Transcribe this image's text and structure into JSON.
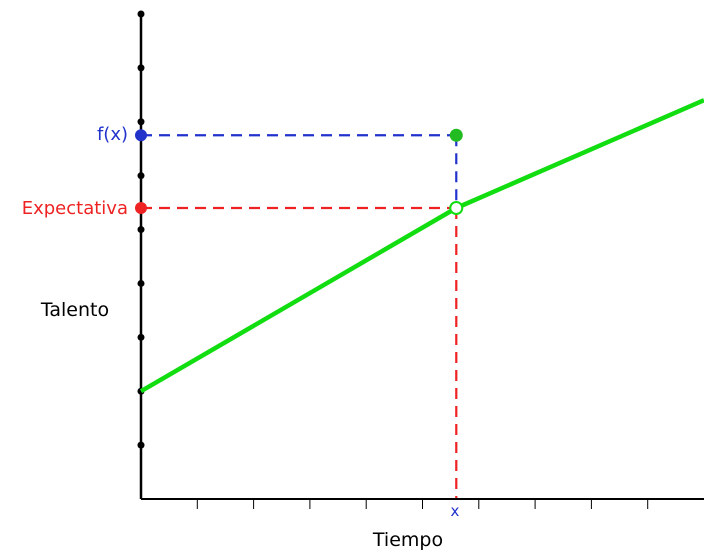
{
  "chart_data": {
    "type": "line",
    "xlabel": "Tiempo",
    "ylabel": "Talento",
    "xlim": [
      0,
      10
    ],
    "ylim": [
      0,
      9
    ],
    "grid": false,
    "x_ticks": [
      0,
      1,
      2,
      3,
      4,
      5,
      6,
      7,
      8,
      9,
      10
    ],
    "y_ticks": [
      1,
      2,
      3,
      4,
      5,
      6,
      7,
      8,
      9
    ],
    "series": [
      {
        "name": "",
        "color": "#11dd11",
        "points": [
          [
            0,
            2
          ],
          [
            5.6,
            5.4
          ],
          [
            10,
            7.4
          ]
        ]
      }
    ],
    "markers": {
      "x": {
        "label": "x",
        "value": 5.6,
        "color": "#2233cc"
      },
      "fx": {
        "label": "f(x)",
        "value": 6.75,
        "color": "#2233cc"
      },
      "expectativa": {
        "label": "Expectativa",
        "value": 5.4,
        "color": "#ee2222"
      }
    },
    "colors": {
      "axis": "#000000",
      "curve": "#11dd11",
      "fx_guide": "#2233cc",
      "expectativa_guide": "#ee2222",
      "point": "#22bb22"
    }
  }
}
